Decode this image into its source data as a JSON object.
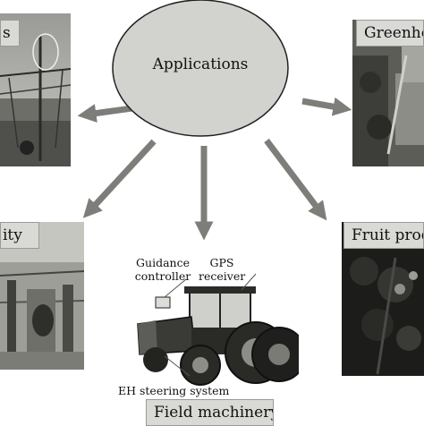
{
  "center": {
    "label": "Applications",
    "fill": "#d2d2cf"
  },
  "panels": {
    "top_left": {
      "label": "s"
    },
    "top_right": {
      "label": "Greenho"
    },
    "mid_left": {
      "label": "ity"
    },
    "mid_right": {
      "label": "Fruit prod"
    },
    "bottom": {
      "label": "Field machinery",
      "callouts": {
        "guidance": "Guidance controller",
        "gps": "GPS receiver",
        "steering": "EH steering system"
      }
    }
  },
  "colors": {
    "arrow": "#7d7d7a",
    "label_bg": "#d9d9d6"
  }
}
